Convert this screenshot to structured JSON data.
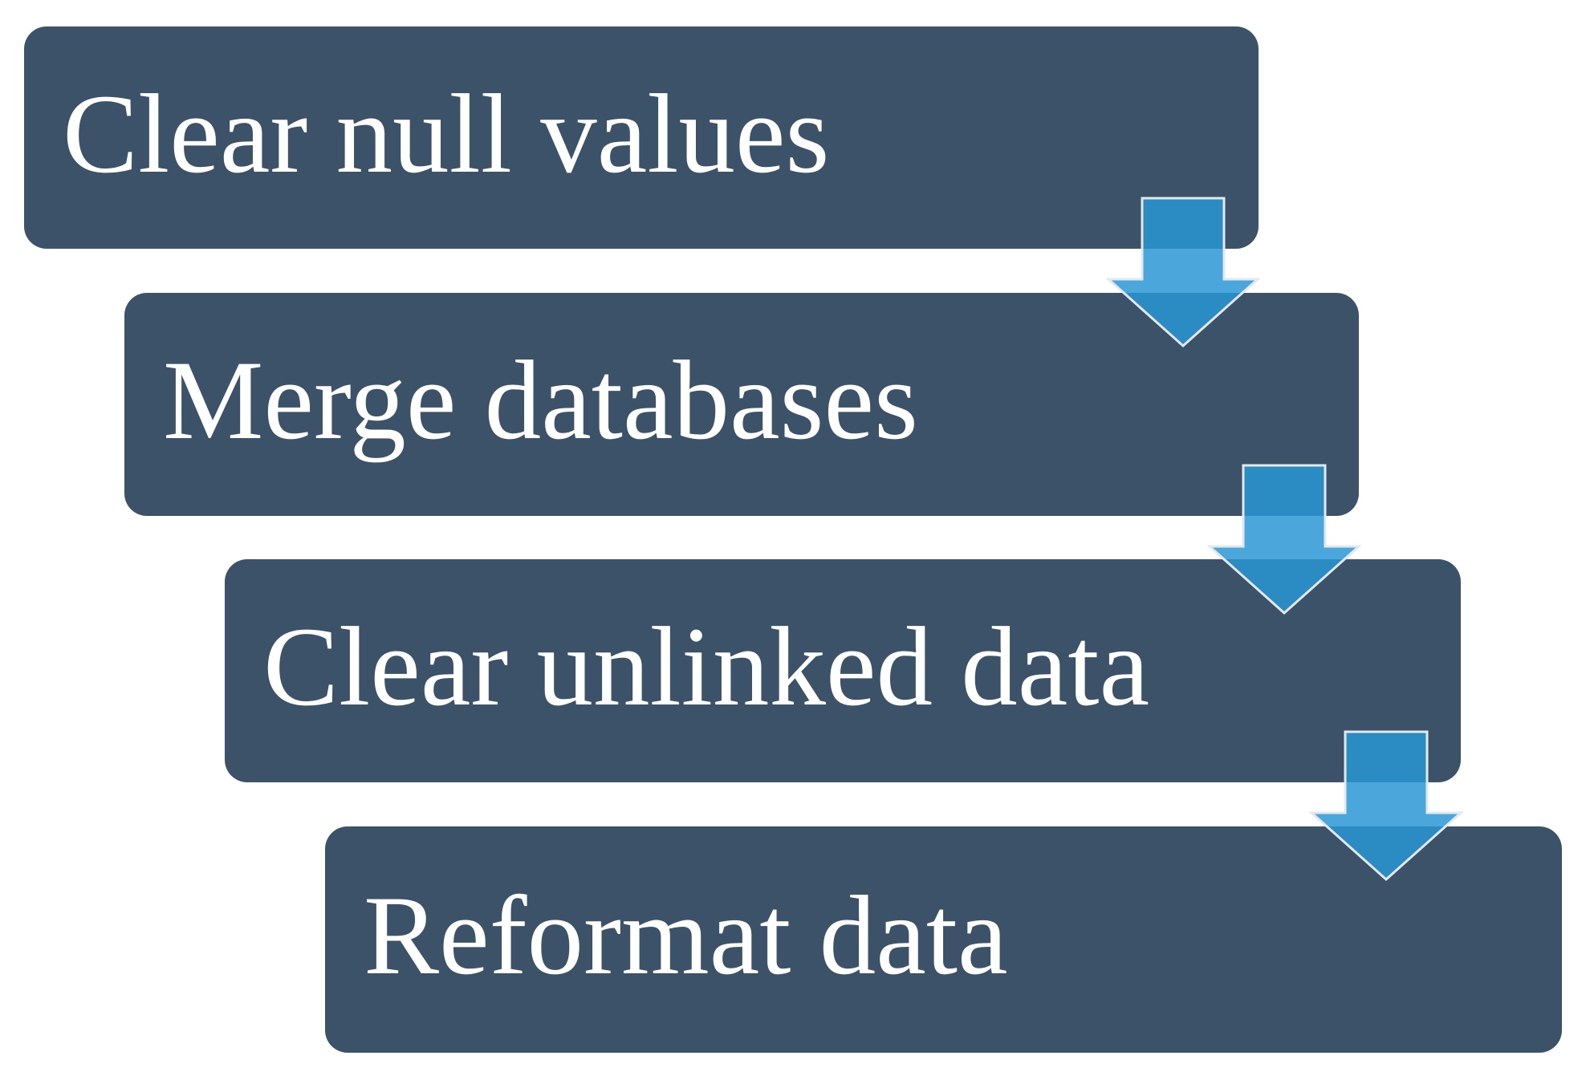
{
  "diagram": {
    "type": "process-flow",
    "direction": "top-to-bottom",
    "layout": "step-down-staircase",
    "steps": [
      {
        "label": "Clear null values"
      },
      {
        "label": "Merge databases"
      },
      {
        "label": "Clear unlinked data"
      },
      {
        "label": "Reformat data"
      }
    ],
    "connector": "down-arrow",
    "colors": {
      "background": "#FFFFFF",
      "box_fill": "#3C5268",
      "box_text": "#FFFFFF",
      "arrow_fill_over_box": "#2E93CD",
      "arrow_fill_over_background": "#4FA9DD",
      "arrow_base_fill": "#2996D4",
      "arrow_outline": "#E3E9EE"
    }
  }
}
